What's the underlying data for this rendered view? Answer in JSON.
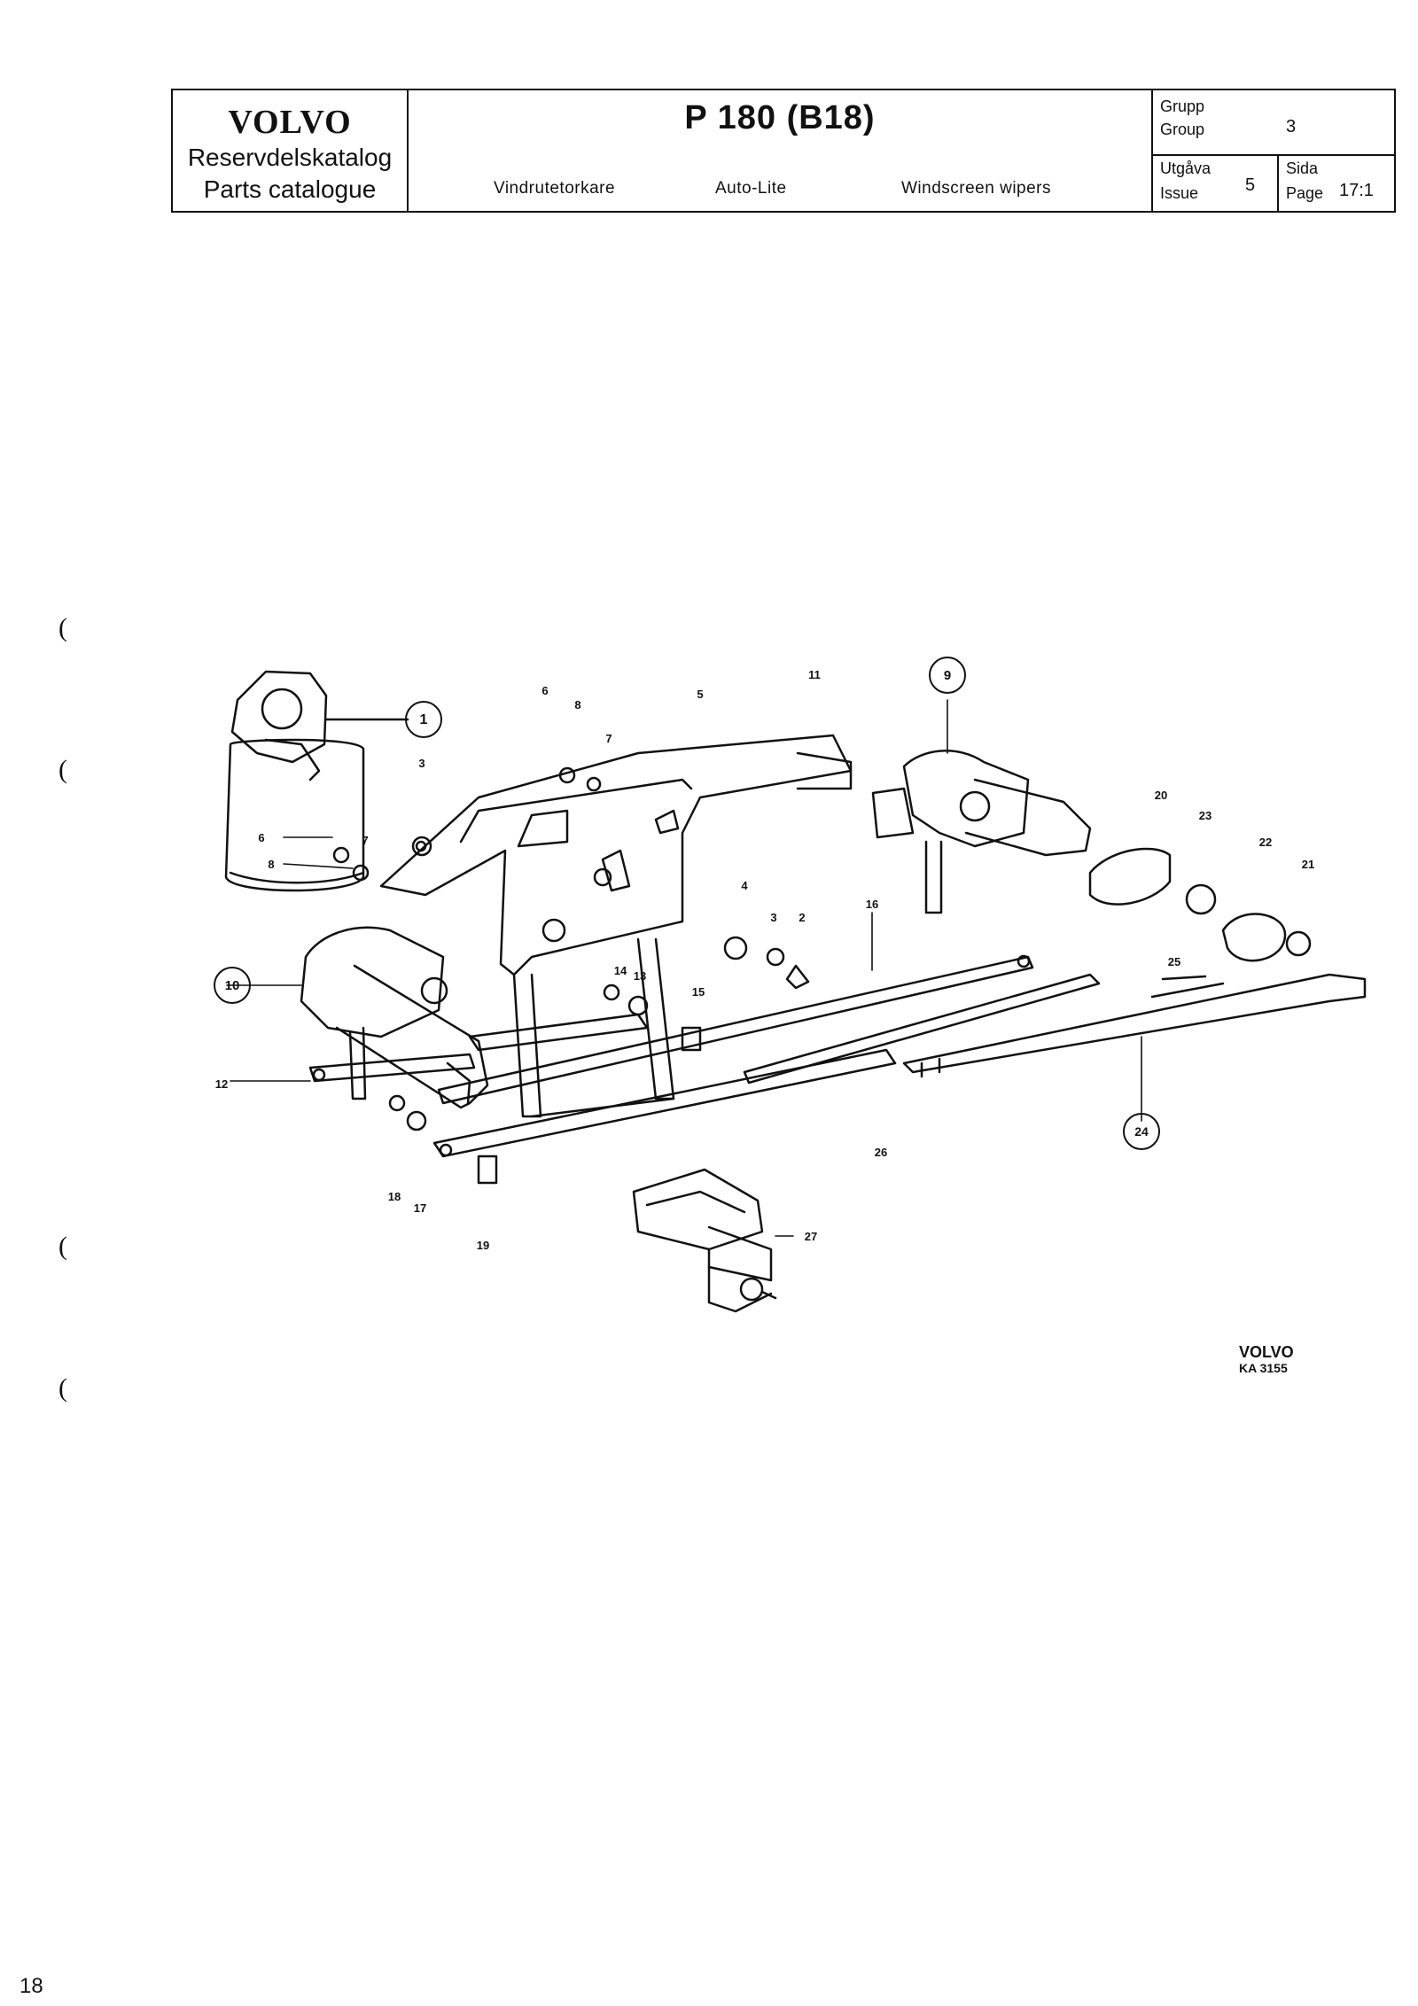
{
  "header": {
    "brand": "VOLVO",
    "brand_line1": "Reservdelskatalog",
    "brand_line2": "Parts catalogue",
    "model": "P 180 (B18)",
    "subtitle_sv": "Vindrutetorkare",
    "subtitle_make": "Auto-Lite",
    "subtitle_en": "Windscreen wipers",
    "group_label_sv": "Grupp",
    "group_label_en": "Group",
    "group_value": "3",
    "issue_label_sv": "Utgåva",
    "issue_label_en": "Issue",
    "issue_value": "5",
    "page_label_sv": "Sida",
    "page_label_en": "Page",
    "page_value": "17:1"
  },
  "callouts": [
    "1",
    "2",
    "3",
    "4",
    "5",
    "6",
    "7",
    "8",
    "9",
    "10",
    "11",
    "12",
    "13",
    "14",
    "15",
    "16",
    "17",
    "18",
    "19",
    "20",
    "21",
    "22",
    "23",
    "24",
    "25",
    "26",
    "27"
  ],
  "reference": {
    "line1": "VOLVO",
    "line2": "KA 3155"
  },
  "page_number": "18",
  "margin_marks": [
    "(",
    "(",
    "(",
    "("
  ],
  "colors": {
    "ink": "#111111",
    "paper": "#ffffff"
  }
}
